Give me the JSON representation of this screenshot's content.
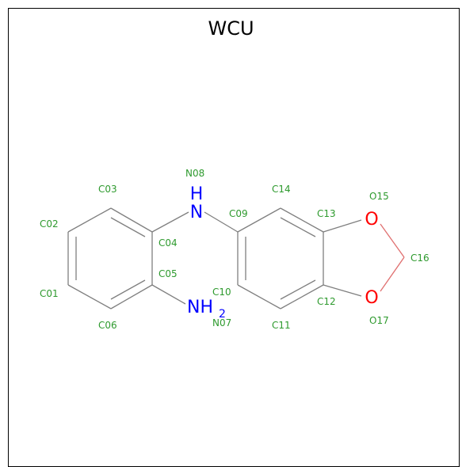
{
  "title": "WCU",
  "colors": {
    "carbon_label": "#2e9a2e",
    "nitrogen": "#0000ff",
    "oxygen": "#ff0000",
    "bond": "#7f7f7f"
  },
  "atom_labels": {
    "C01": "C01",
    "C02": "C02",
    "C03": "C03",
    "C04": "C04",
    "C05": "C05",
    "C06": "C06",
    "N07": "N07",
    "N08": "N08",
    "C09": "C09",
    "C10": "C10",
    "C11": "C11",
    "C12": "C12",
    "C13": "C13",
    "C14": "C14",
    "O15": "O15",
    "C16": "C16",
    "O17": "O17"
  },
  "heteroatoms": {
    "amine_n": "N",
    "amine_h": "H",
    "nh2_n": "NH",
    "nh2_sub": "2",
    "o15": "O",
    "o17": "O"
  }
}
